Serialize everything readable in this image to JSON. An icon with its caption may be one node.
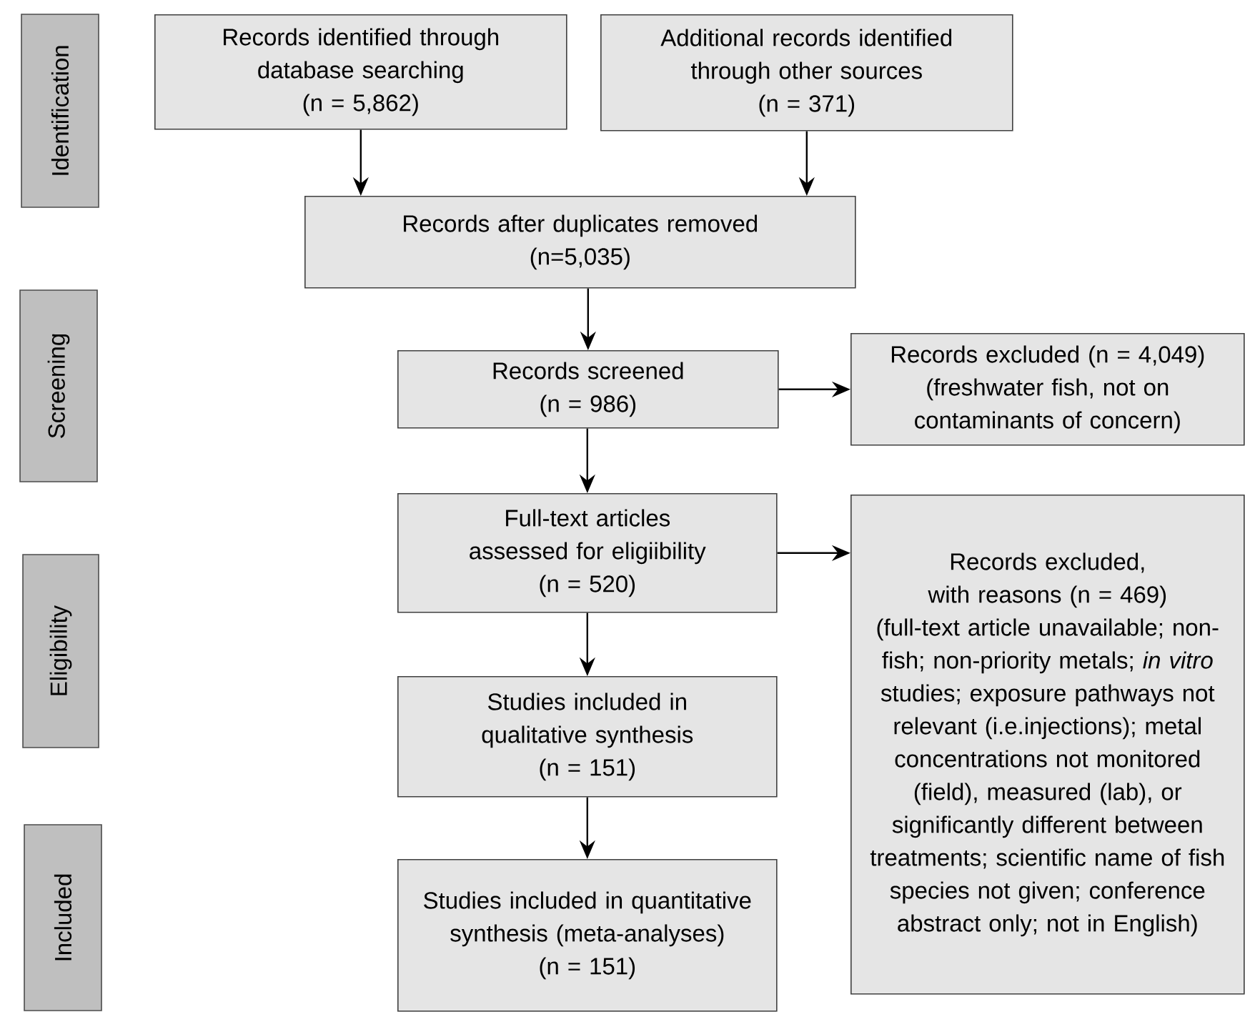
{
  "diagram": {
    "nodes": [
      {
        "text": [
          "Identification"
        ]
      },
      {
        "text": [
          "Screening"
        ]
      },
      {
        "text": [
          "Eligibility"
        ]
      },
      {
        "text": [
          "Included"
        ]
      },
      {
        "text": [
          "Records identified through database searching",
          "(n = 5,862)"
        ]
      },
      {
        "text": [
          "Additional records identified through other sources",
          "(n = 371)"
        ]
      },
      {
        "text": [
          "Records after duplicates removed",
          "(n=5,035)"
        ]
      },
      {
        "text": [
          "Records screened",
          "(n = 986)"
        ]
      },
      {
        "text": [
          "Records excluded (n = 4,049)",
          "(freshwater fish, not on contaminants of concern)"
        ]
      },
      {
        "text": [
          "Full-text articles assessed for eligiibility",
          "(n = 520)"
        ]
      },
      {
        "text": [
          "Records excluded, with reasons (n = 469)",
          "(full-text article unavailable; non-fish; non-priority metals; *in vitro* studies; exposure pathways not relevant (i.e.injections); metal concentrations not monitored (field), measured (lab), or significantly different between treatments; scientific name of fish species not given; conference abstract only; not in English)"
        ]
      },
      {
        "text": [
          "Studies included in qualitative synthesis",
          "(n = 151)"
        ]
      },
      {
        "text": [
          "Studies included in quantitative synthesis (meta-analyses)",
          "(n = 151)"
        ]
      }
    ],
    "edges": [
      {
        "from": 4,
        "to": 6,
        "arrow": "to"
      },
      {
        "from": 5,
        "to": 6,
        "arrow": "to"
      },
      {
        "from": 6,
        "to": 7,
        "arrow": "to"
      },
      {
        "from": 7,
        "to": 8,
        "arrow": "to"
      },
      {
        "from": 7,
        "to": 9,
        "arrow": "to"
      },
      {
        "from": 9,
        "to": 10,
        "arrow": "to"
      },
      {
        "from": 9,
        "to": 11,
        "arrow": "to"
      },
      {
        "from": 11,
        "to": 12,
        "arrow": "to"
      }
    ]
  }
}
